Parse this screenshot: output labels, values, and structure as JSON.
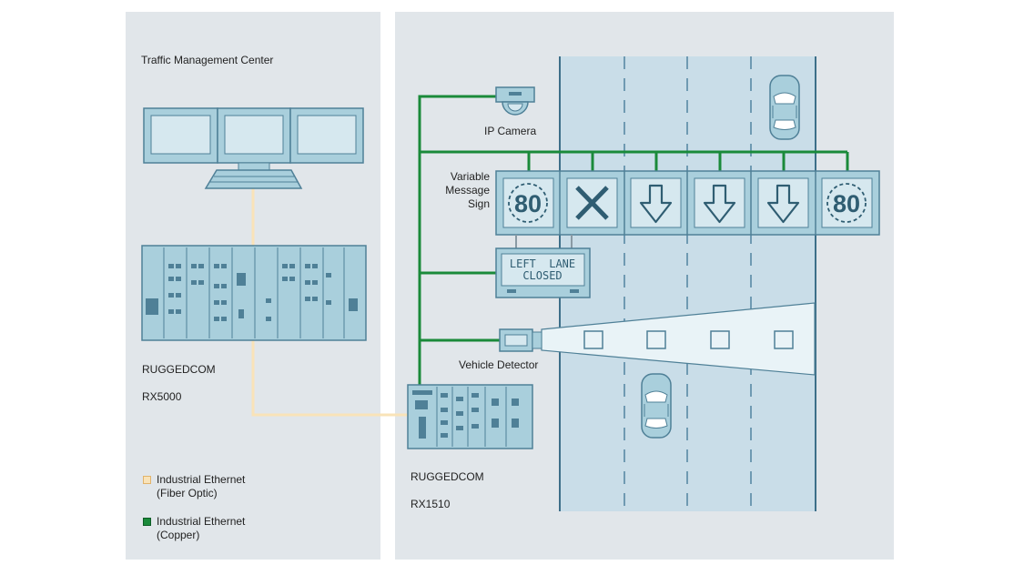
{
  "tmc": {
    "title": "Traffic Management Center",
    "rx5000_name": "RUGGEDCOM",
    "rx5000_model": "RX5000"
  },
  "field": {
    "ip_camera": "IP Camera",
    "vms_label": "Variable\nMessage\nSign",
    "vms_panels": [
      "80",
      "cross-icon",
      "arrow-down-icon",
      "arrow-down-icon",
      "arrow-down-icon",
      "80"
    ],
    "lane_sign_line1": "LEFT  LANE",
    "lane_sign_line2": "CLOSED",
    "vehicle_detector": "Vehicle Detector",
    "rx1510_name": "RUGGEDCOM",
    "rx1510_model": "RX1510"
  },
  "legend": {
    "items": [
      {
        "label": "Industrial Ethernet\n(Fiber Optic)",
        "color": "#f9e3b8",
        "border": "#e1b36b"
      },
      {
        "label": "Industrial Ethernet\n(Copper)",
        "color": "#1a8a3a",
        "border": "#0d5c25"
      }
    ]
  },
  "colors": {
    "panel_bg": "#e1e6ea",
    "device_fill": "#a9cfdc",
    "device_stroke": "#4f8097",
    "copper": "#1a8a3a",
    "fiber": "#f9e3b8",
    "road": "#c9dde8",
    "lane_dash": "#6f9ab2"
  }
}
